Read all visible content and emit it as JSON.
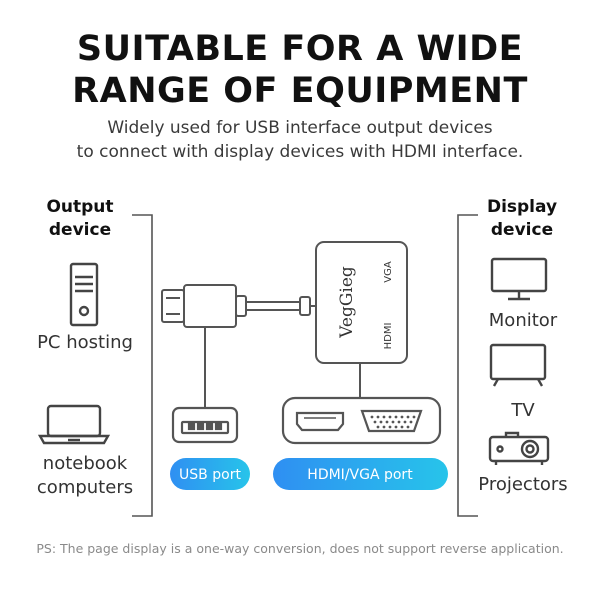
{
  "headline": {
    "line1": "SUITABLE FOR A WIDE",
    "line2": "RANGE OF EQUIPMENT"
  },
  "subtitle": {
    "line1": "Widely used for USB interface output devices",
    "line2": "to connect with display devices with HDMI interface."
  },
  "output_device": {
    "heading_line1": "Output",
    "heading_line2": "device",
    "items": [
      {
        "label": "PC hosting",
        "icon": "pc-tower-icon"
      },
      {
        "label_line1": "notebook",
        "label_line2": "computers",
        "icon": "laptop-icon"
      }
    ]
  },
  "display_device": {
    "heading_line1": "Display",
    "heading_line2": "device",
    "items": [
      {
        "label": "Monitor",
        "icon": "monitor-icon"
      },
      {
        "label": "TV",
        "icon": "tv-icon"
      },
      {
        "label": "Projectors",
        "icon": "projector-icon"
      }
    ]
  },
  "adapter": {
    "brand": "VegGieg",
    "vga_label": "VGA",
    "hdmi_label": "HDMI",
    "icon": "usb-adapter-icon"
  },
  "ports": {
    "usb_label": "USB port",
    "hdmi_vga_label": "HDMI/VGA port"
  },
  "colors": {
    "pill_gradient_start": "#2f8ff2",
    "pill_gradient_end": "#27c4ea",
    "line": "#555555"
  },
  "note": "PS: The page display is a one-way conversion, does not support reverse application."
}
